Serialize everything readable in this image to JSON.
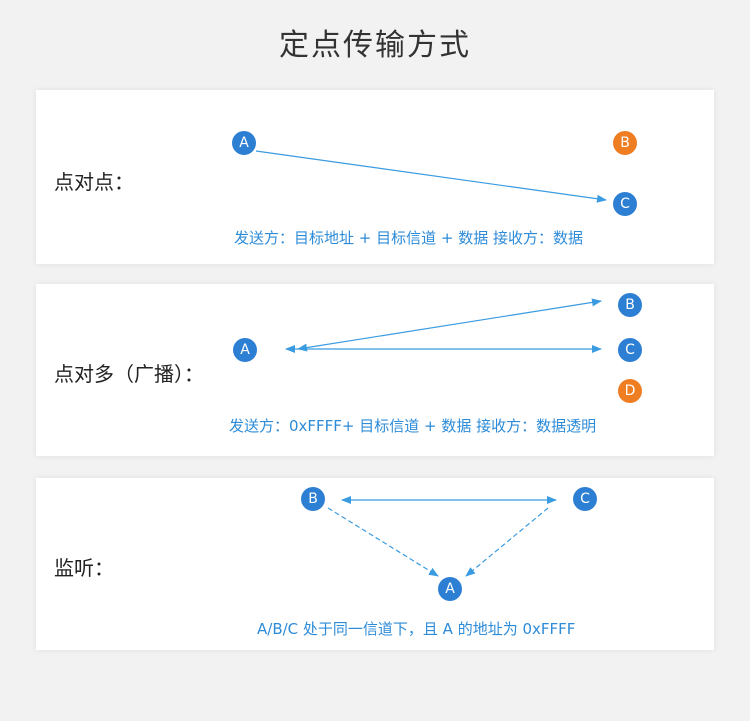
{
  "title": "定点传输方式",
  "colors": {
    "node_blue": "#2d7fd3",
    "node_orange": "#ef7d22",
    "line": "#3a9be0",
    "caption": "#2d8bd8"
  },
  "panels": [
    {
      "label": "点对点：",
      "nodes": {
        "a": "A",
        "b": "B",
        "c": "C"
      },
      "caption": "发送方：目标地址 + 目标信道 + 数据   接收方：数据"
    },
    {
      "label": "点对多（广播）：",
      "nodes": {
        "a": "A",
        "b": "B",
        "c": "C",
        "d": "D"
      },
      "caption": "发送方：0xFFFF+ 目标信道 + 数据  接收方：数据透明"
    },
    {
      "label": "监听：",
      "nodes": {
        "a": "A",
        "b": "B",
        "c": "C"
      },
      "caption": "A/B/C 处于同一信道下，且 A 的地址为 0xFFFF"
    }
  ]
}
